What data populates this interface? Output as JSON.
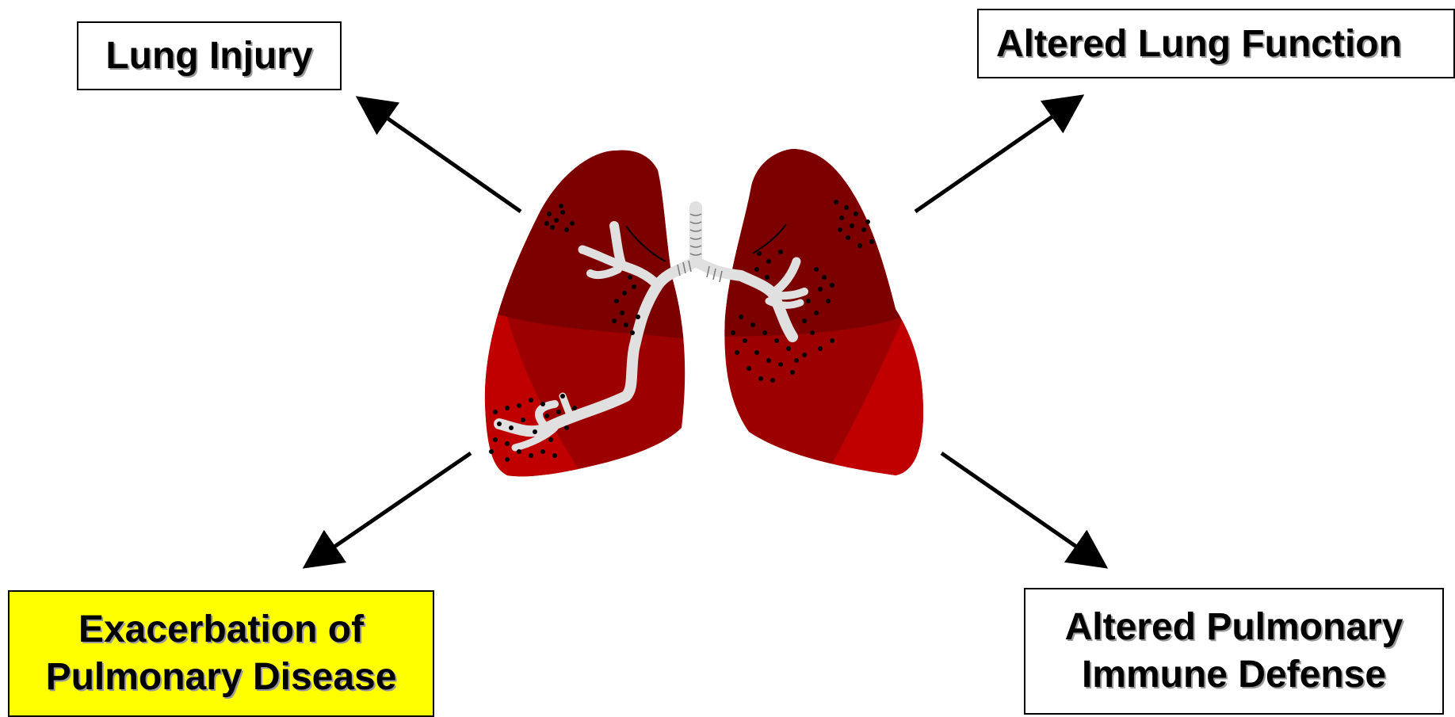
{
  "boxes": {
    "lung_injury": "Lung Injury",
    "altered_lung_function": "Altered Lung Function",
    "exacerbation": {
      "line1": "Exacerbation of",
      "line2": "Pulmonary Disease"
    },
    "immune_defense": {
      "line1": "Altered Pulmonary",
      "line2": "Immune Defense"
    }
  },
  "colors": {
    "lung_dark": "#7d0000",
    "lung_mid": "#9c0000",
    "lung_light": "#c00000",
    "airway": "#e0e0e0",
    "highlight_box": "#ffff00"
  }
}
